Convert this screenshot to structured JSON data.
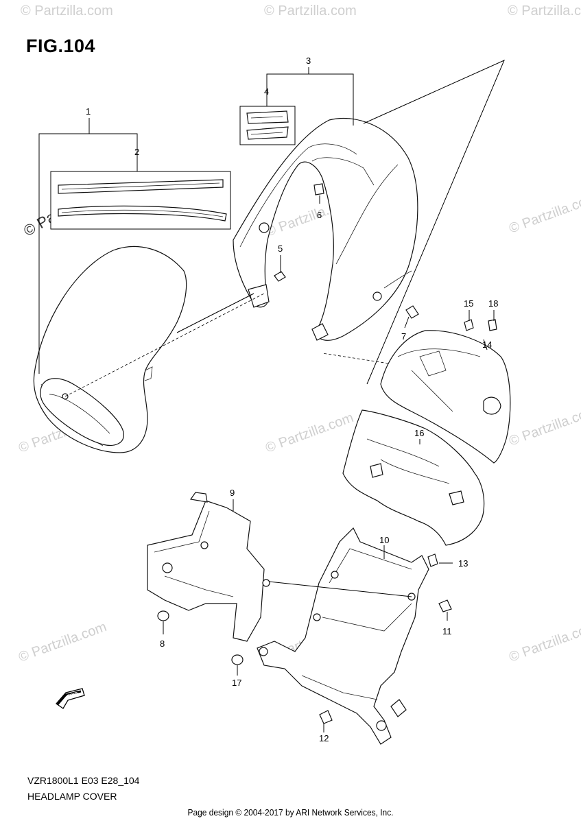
{
  "figure": {
    "title": "FIG.104",
    "model_code": "VZR1800L1 E03 E28_104",
    "name": "HEADLAMP COVER",
    "footer": "Page design © 2004-2017 by ARI Network Services, Inc.",
    "fwd_label": "FWD"
  },
  "watermark": {
    "text": "© Partzilla.com",
    "primary_text": "© Partzilla.com"
  },
  "callouts": [
    {
      "id": "1",
      "label": "1"
    },
    {
      "id": "2",
      "label": "2"
    },
    {
      "id": "3",
      "label": "3"
    },
    {
      "id": "4",
      "label": "4"
    },
    {
      "id": "5",
      "label": "5"
    },
    {
      "id": "6",
      "label": "6"
    },
    {
      "id": "7",
      "label": "7"
    },
    {
      "id": "8",
      "label": "8"
    },
    {
      "id": "9",
      "label": "9"
    },
    {
      "id": "10",
      "label": "10"
    },
    {
      "id": "11",
      "label": "11"
    },
    {
      "id": "12",
      "label": "12"
    },
    {
      "id": "13",
      "label": "13"
    },
    {
      "id": "14",
      "label": "14"
    },
    {
      "id": "15",
      "label": "15"
    },
    {
      "id": "16",
      "label": "16"
    },
    {
      "id": "17",
      "label": "17"
    },
    {
      "id": "18",
      "label": "18"
    }
  ]
}
